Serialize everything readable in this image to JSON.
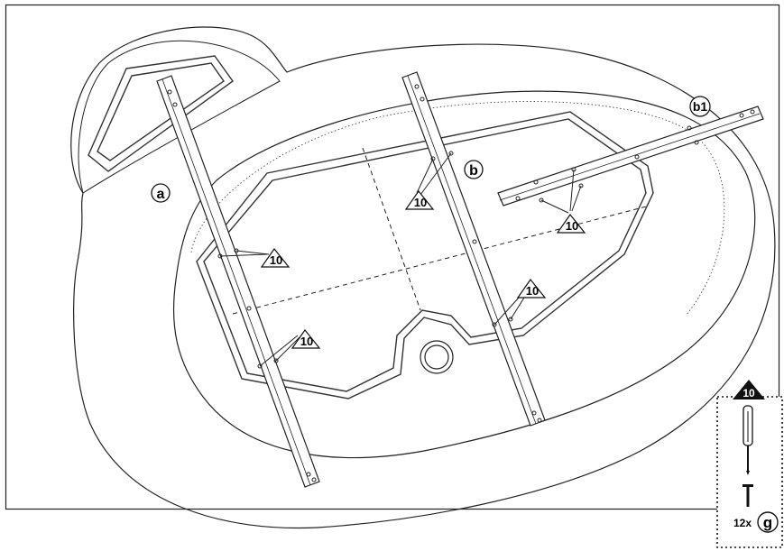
{
  "parts": {
    "a": "a",
    "b": "b",
    "b1": "b1"
  },
  "step_callouts": [
    {
      "id": "callout-a-upper",
      "label": "10"
    },
    {
      "id": "callout-a-lower",
      "label": "10"
    },
    {
      "id": "callout-b-upper",
      "label": "10"
    },
    {
      "id": "callout-b-lower",
      "label": "10"
    },
    {
      "id": "callout-b1",
      "label": "10"
    }
  ],
  "legend": {
    "step_number": "10",
    "quantity": "12x",
    "part": "g"
  }
}
